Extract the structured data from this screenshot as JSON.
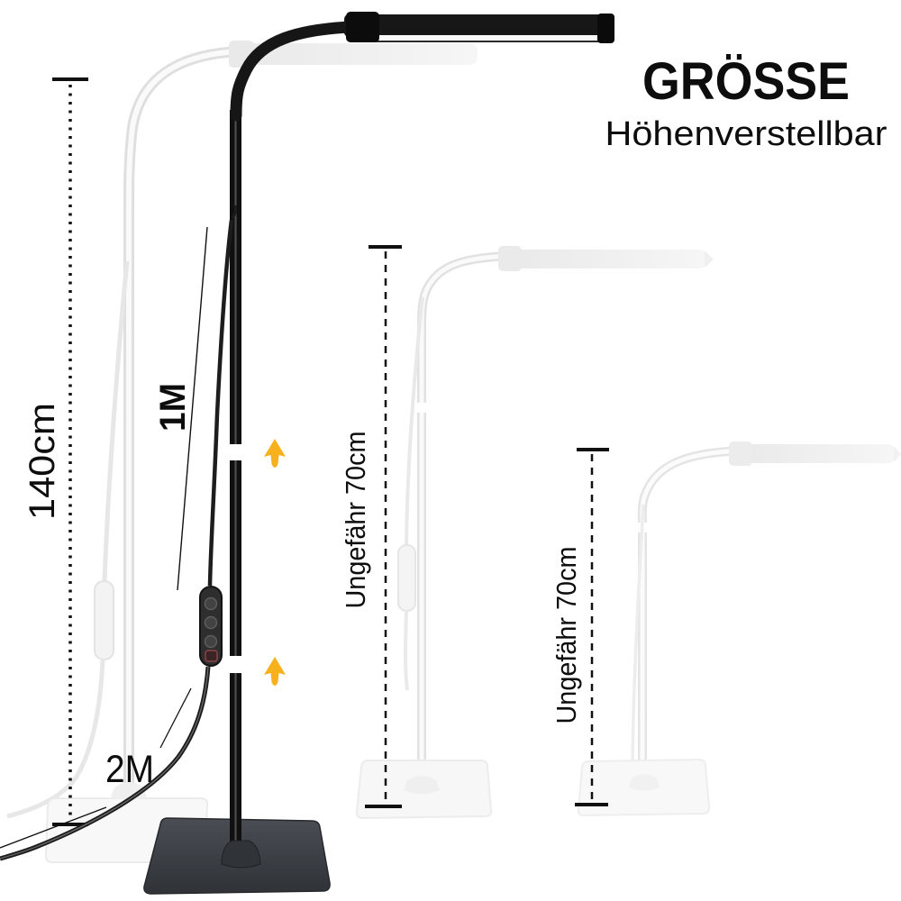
{
  "title": {
    "heading": "GRÖSSE",
    "subheading": "Höhenverstellbar"
  },
  "annotations": {
    "total_height_label": "140cm",
    "pole_length_label": "1M",
    "cable_length_label": "2M",
    "mid_lamp_height_label": "Ungefähr 70cm",
    "right_lamp_height_label": "Ungefähr 70cm"
  },
  "colors": {
    "text": "#0d0d0d",
    "lamp_black": "#161616",
    "ghost_gray": "#e3e3e3",
    "arrow_yellow": "#f7b11d",
    "base_gray": "#3d4045"
  }
}
